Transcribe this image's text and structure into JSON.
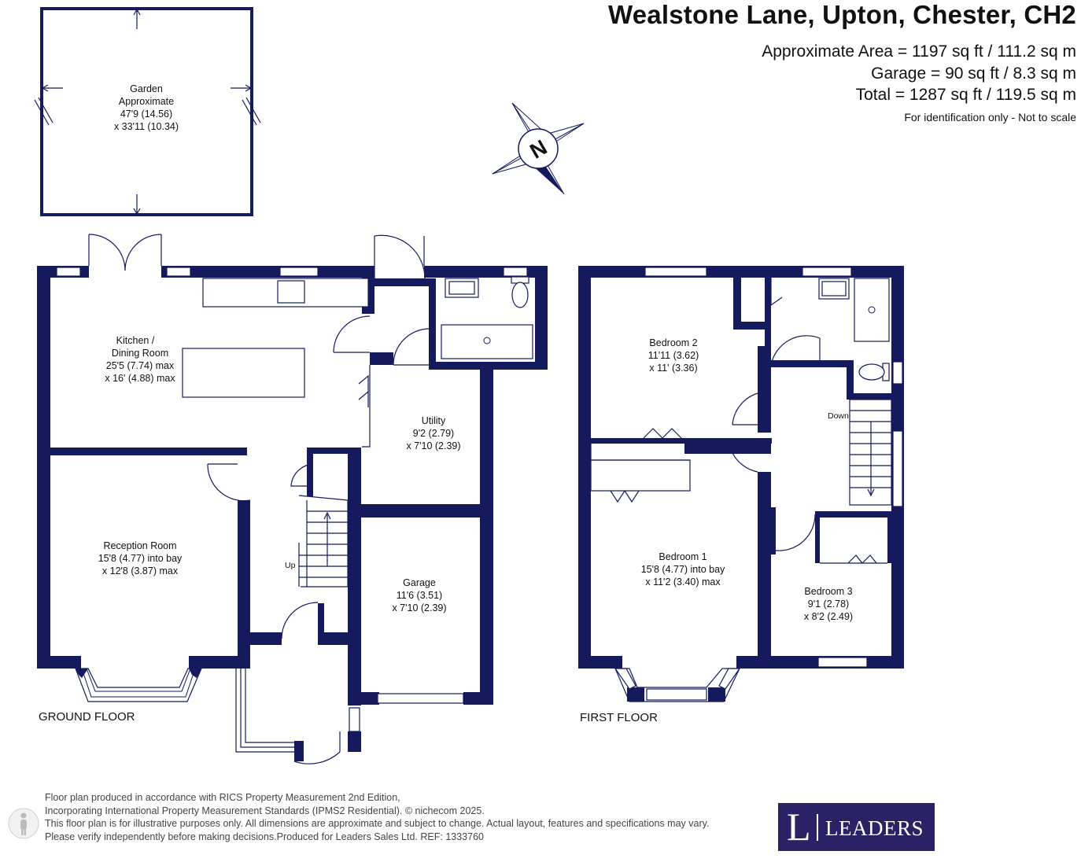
{
  "header": {
    "address": "Wealstone Lane, Upton, Chester, CH2",
    "area_lines": [
      "Approximate Area = 1197 sq ft / 111.2 sq m",
      "Garage = 90 sq ft / 8.3 sq m",
      "Total = 1287 sq ft / 119.5 sq m"
    ],
    "identification_note": "For identification only - Not to scale"
  },
  "compass": {
    "label": "N"
  },
  "garden": [
    "Garden",
    "Approximate",
    "47'9 (14.56)",
    "x 33'11 (10.34)"
  ],
  "ground_floor": {
    "label": "GROUND FLOOR",
    "rooms": {
      "kitchen": [
        "Kitchen /",
        "Dining Room",
        "25'5 (7.74) max",
        "x 16' (4.88) max"
      ],
      "utility": [
        "Utility",
        "9'2 (2.79)",
        "x 7'10 (2.39)"
      ],
      "reception": [
        "Reception Room",
        "15'8 (4.77) into bay",
        "x 12'8 (3.87) max"
      ],
      "garage": [
        "Garage",
        "11'6 (3.51)",
        "x 7'10 (2.39)"
      ]
    },
    "stairs_label": "Up"
  },
  "first_floor": {
    "label": "FIRST FLOOR",
    "rooms": {
      "bedroom2": [
        "Bedroom 2",
        "11'11 (3.62)",
        "x 11' (3.36)"
      ],
      "bedroom1": [
        "Bedroom 1",
        "15'8 (4.77) into bay",
        "x 11'2 (3.40) max"
      ],
      "bedroom3": [
        "Bedroom 3",
        "9'1 (2.78)",
        "x 8'2 (2.49)"
      ]
    },
    "stairs_label": "Down"
  },
  "footer": {
    "disclaimer": [
      "Floor plan produced in accordance with RICS Property Measurement 2nd Edition,",
      "Incorporating International Property Measurement Standards (IPMS2 Residential).   © nichecom 2025.",
      "This floor plan is for illustrative purposes only. All dimensions are approximate and subject to change. Actual layout, features and specifications may vary.",
      "Please verify independently before making decisions.Produced for Leaders Sales Ltd.   REF:  1333760"
    ],
    "logo_letter": "L",
    "logo_name": "LEADERS"
  },
  "colors": {
    "wall": "#141a5c",
    "logo_bg": "#2b2266"
  }
}
